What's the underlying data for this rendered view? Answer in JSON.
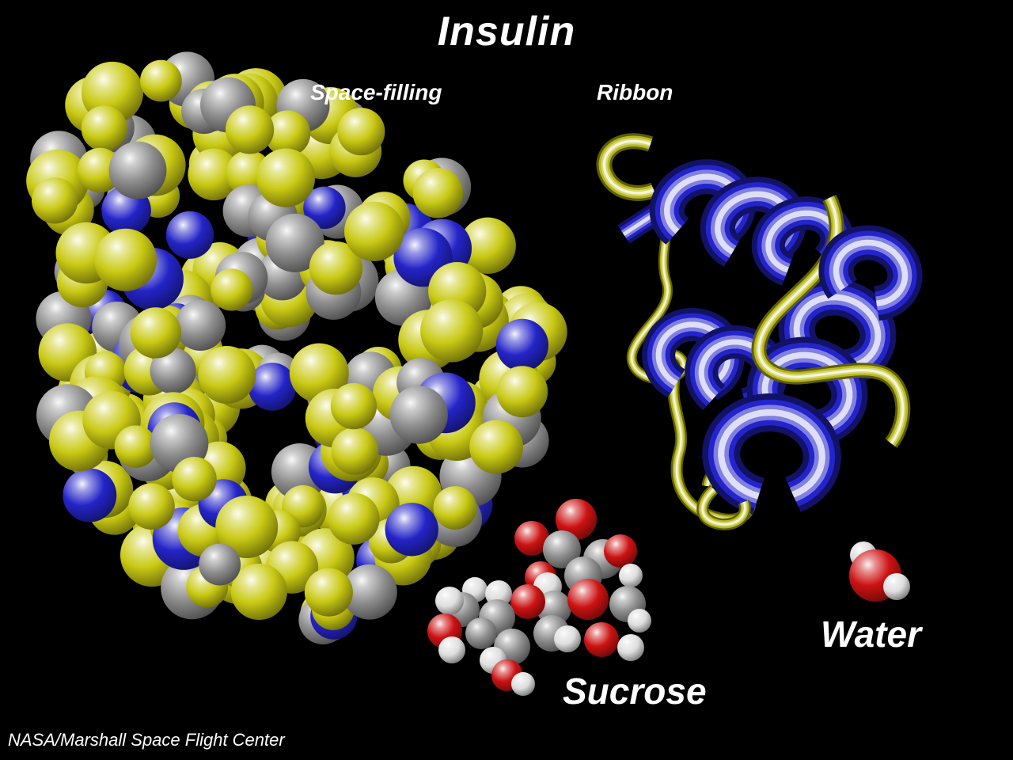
{
  "title": "Insulin",
  "labels": {
    "space_filling": "Space-filling",
    "ribbon": "Ribbon",
    "sucrose": "Sucrose",
    "water": "Water"
  },
  "credit": "NASA/Marshall Space Flight Center",
  "colors": {
    "background": "#000000",
    "text": "#ffffff",
    "atom_yellow": "#c9c914",
    "atom_gray": "#8e8e8e",
    "atom_blue": "#2424c8",
    "atom_red": "#cc1212",
    "atom_white": "#dedede",
    "ribbon_blue": "#2424cc",
    "ribbon_yellow": "#b9b918"
  },
  "molecules": {
    "insulin_space_filling": {
      "name": "Insulin space-filling model",
      "atom_count": 250,
      "atom_colors": [
        "atom_yellow",
        "atom_gray",
        "atom_blue"
      ]
    },
    "insulin_ribbon": {
      "name": "Insulin ribbon model",
      "helix_color": "ribbon_blue",
      "strand_color": "ribbon_yellow"
    },
    "sucrose": {
      "name": "Sucrose",
      "atom_colors": [
        "atom_red",
        "atom_gray",
        "atom_white"
      ]
    },
    "water": {
      "name": "Water",
      "atom_colors": [
        "atom_red",
        "atom_white"
      ]
    }
  }
}
